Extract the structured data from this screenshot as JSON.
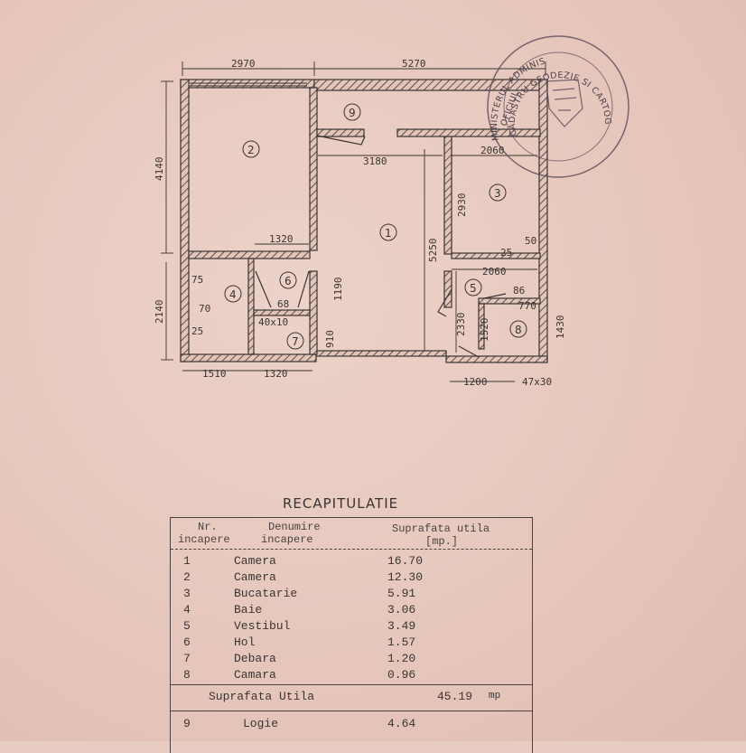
{
  "plan": {
    "dims": {
      "top_left": "2970",
      "top_right": "5270",
      "left_upper": "4140",
      "left_lower": "2140",
      "inner_width_1": "3180",
      "inner_width_3": "2060",
      "room3_height": "2930",
      "room1_height": "5250",
      "room6_width": "1320",
      "room6_height": "1190",
      "room5_width": "2060",
      "room5_height": "2330",
      "room8_height": "1520",
      "right_small": "1430",
      "bottom_left": "1510",
      "bottom_mid": "1320",
      "bottom_right": "1200",
      "niche": "47x30",
      "wall_910": "910",
      "a75": "75",
      "a70": "70",
      "a25": "25",
      "a68": "68",
      "a40x10": "40x10",
      "a25b": "25",
      "a50": "50",
      "a86": "86",
      "a770": "770"
    },
    "rooms": [
      "1",
      "2",
      "3",
      "4",
      "5",
      "6",
      "7",
      "8",
      "9"
    ],
    "stamp": {
      "line1": "MINISTERUL ADMINIS",
      "line2": "CADASTRU GEODEZIE SI CARTOGRAF",
      "line3": "OFICIUL"
    }
  },
  "recap": {
    "title": "RECAPITULATIE",
    "headers": {
      "nr_line1": "Nr.",
      "nr_line2": "incapere",
      "name_line1": "Denumire",
      "name_line2": "incapere",
      "area_line1": "Suprafata utila",
      "area_line2": "[mp.]"
    },
    "rows": [
      {
        "nr": "1",
        "name": "Camera",
        "area": "16.70"
      },
      {
        "nr": "2",
        "name": "Camera",
        "area": "12.30"
      },
      {
        "nr": "3",
        "name": "Bucatarie",
        "area": "5.91"
      },
      {
        "nr": "4",
        "name": "Baie",
        "area": "3.06"
      },
      {
        "nr": "5",
        "name": "Vestibul",
        "area": "3.49"
      },
      {
        "nr": "6",
        "name": "Hol",
        "area": "1.57"
      },
      {
        "nr": "7",
        "name": "Debara",
        "area": "1.20"
      },
      {
        "nr": "8",
        "name": "Camara",
        "area": "0.96"
      }
    ],
    "total": {
      "label": "Suprafata Utila",
      "value": "45.19",
      "unit": "mp"
    },
    "extra_rows": [
      {
        "nr": "9",
        "name": "Logie",
        "area": "4.64"
      }
    ]
  },
  "colors": {
    "paper": "#e8cbc1",
    "ink": "#3a3432",
    "stamp": "#5a4a5a"
  }
}
